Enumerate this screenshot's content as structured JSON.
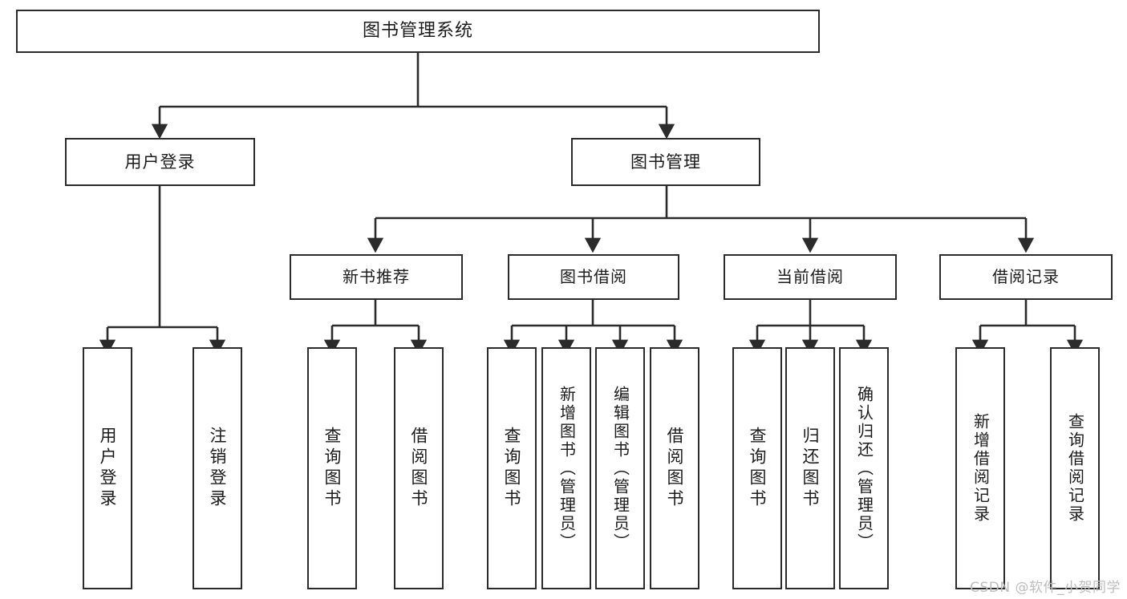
{
  "diagram": {
    "title": "图书管理系统",
    "type": "tree-hierarchy",
    "watermark": "CSDN @软件_小贺同学",
    "colors": {
      "background": "#ffffff",
      "box_border": "#2b2b2b",
      "box_fill": "#ffffff",
      "connector": "#2b2b2b",
      "text": "#1b1b1b",
      "watermark": "#bdbdbd"
    },
    "nodes": {
      "root": {
        "label": "图书管理系统"
      },
      "level2": [
        {
          "label": "用户登录"
        },
        {
          "label": "图书管理"
        }
      ],
      "level3": [
        {
          "label": "新书推荐"
        },
        {
          "label": "图书借阅"
        },
        {
          "label": "当前借阅"
        },
        {
          "label": "借阅记录"
        }
      ],
      "leaves": {
        "user_login": [
          {
            "label": "用户登录"
          },
          {
            "label": "注销登录"
          }
        ],
        "new_book_recommend": [
          {
            "label": "查询图书"
          },
          {
            "label": "借阅图书"
          }
        ],
        "book_borrow": [
          {
            "label": "查询图书"
          },
          {
            "label": "新增图书（管理员）"
          },
          {
            "label": "编辑图书（管理员）"
          },
          {
            "label": "借阅图书"
          }
        ],
        "current_borrow": [
          {
            "label": "查询图书"
          },
          {
            "label": "归还图书"
          },
          {
            "label": "确认归还（管理员）"
          }
        ],
        "borrow_record": [
          {
            "label": "新增借阅记录"
          },
          {
            "label": "查询借阅记录"
          }
        ]
      }
    }
  }
}
